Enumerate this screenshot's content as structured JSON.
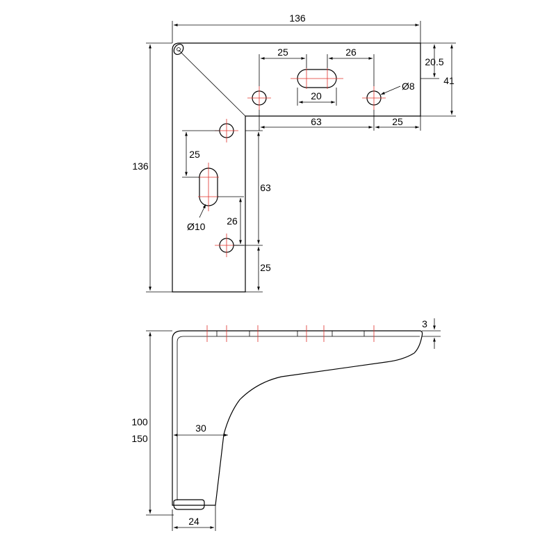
{
  "colors": {
    "outline": "#000000",
    "centerline": "#e0302a",
    "background": "#ffffff"
  },
  "top_view": {
    "dims": {
      "overall_width": "136",
      "overall_height": "136",
      "hole_spacing_left": "25",
      "hole_spacing_right": "26",
      "edge_to_hole_row": "20.5",
      "arm_width": "41",
      "slot_length_top": "20",
      "hole_diameter": "Ø8",
      "hole_offset_horizontal": "63",
      "hole_edge_horizontal": "25",
      "vertical_hole_spacing_top": "25",
      "vertical_slot_diameter": "Ø10",
      "vertical_hole_spacing_bottom": "26",
      "vertical_hole_offset": "63",
      "vertical_hole_edge": "25"
    }
  },
  "side_view": {
    "dims": {
      "plate_thickness": "3",
      "height_option_a": "100",
      "height_option_b": "150",
      "leg_width": "30",
      "foot_width": "24"
    }
  }
}
